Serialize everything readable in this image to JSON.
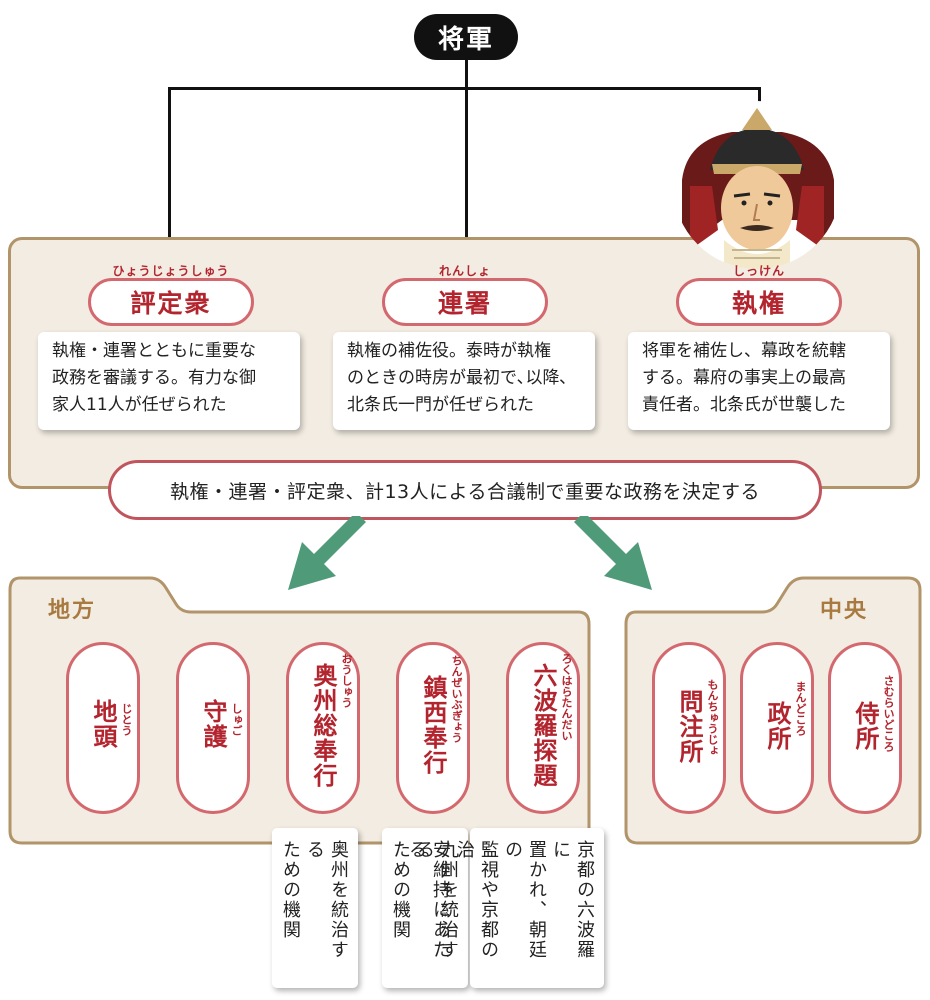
{
  "top": {
    "label": "将軍"
  },
  "roles": [
    {
      "title": "評定衆",
      "ruby": "ひょうじょうしゅう",
      "desc": "執権・連署とともに重要な\n政務を審議する。有力な御\n家人11人が任ぜられた"
    },
    {
      "title": "連署",
      "ruby": "れんしょ",
      "desc": "執権の補佐役。泰時が執権\nのときの時房が最初で､以降､\n北条氏一門が任ぜられた"
    },
    {
      "title": "執権",
      "ruby": "しっけん",
      "desc": "将軍を補佐し、幕政を統轄\nする。幕府の事実上の最高\n責任者。北条氏が世襲した"
    }
  ],
  "summary": "執権・連署・評定衆、計13人による合議制で重要な政務を決定する",
  "regional": {
    "title": "地方",
    "offices": [
      {
        "name": "地頭",
        "ruby": "じとう",
        "note": ""
      },
      {
        "name": "守護",
        "ruby": "しゅご",
        "note": ""
      },
      {
        "name": "奥州総奉行",
        "ruby": "おうしゅう",
        "note": "奥州を統治する\nための機関"
      },
      {
        "name": "鎮西奉行",
        "ruby": "ちんぜいぶぎょう",
        "note": "九州を統治する\nための機関"
      },
      {
        "name": "六波羅探題",
        "ruby": "ろくはらたんだい",
        "note": "京都の六波羅に\n置かれ、朝廷の\n監視や京都の治\n安維持にあたる"
      }
    ]
  },
  "central": {
    "title": "中央",
    "offices": [
      {
        "name": "問注所",
        "ruby": "もんちゅうじょ"
      },
      {
        "name": "政所",
        "ruby": "まんどころ"
      },
      {
        "name": "侍所",
        "ruby": "さむらいどころ"
      }
    ]
  },
  "colors": {
    "accent_red": "#b3252e",
    "pill_border": "#d3696f",
    "panel_bg": "#f2ece2",
    "panel_border": "#b2946a",
    "arrow_green": "#4f9a79",
    "folder_title": "#a87a3f"
  }
}
